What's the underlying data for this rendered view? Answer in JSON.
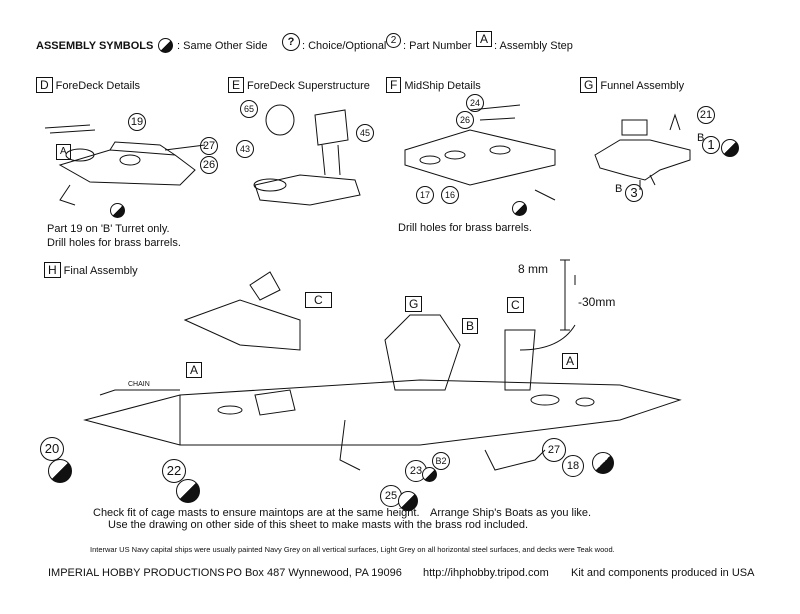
{
  "header": {
    "title": "ASSEMBLY SYMBOLS",
    "same_other_side": ": Same Other Side",
    "choice_symbol": "?",
    "choice_label": ": Choice/Optional",
    "part_symbol": "2",
    "part_label": ": Part Number",
    "step_symbol": "A",
    "step_label": ": Assembly Step"
  },
  "steps": [
    {
      "letter": "D",
      "title": "ForeDeck Details"
    },
    {
      "letter": "E",
      "title": "ForeDeck Superstructure"
    },
    {
      "letter": "F",
      "title": "MidShip Details"
    },
    {
      "letter": "G",
      "title": "Funnel Assembly"
    }
  ],
  "step_d_note": [
    "Part 19 on 'B' Turret only.",
    "Drill holes for brass barrels."
  ],
  "step_f_note": "Drill holes for brass barrels.",
  "final": {
    "letter": "H",
    "title": "Final Assembly"
  },
  "callouts": {
    "d_19": "19",
    "d_a": "A",
    "d_27": "27",
    "d_26": "26",
    "e_65": "65",
    "e_43": "43",
    "e_45": "45",
    "f_24": "24",
    "f_26": "26",
    "f_17": "17",
    "f_16": "16",
    "g_21": "21",
    "g_b": "B",
    "g_1": "1",
    "g_3": "3",
    "g_b2": "B",
    "h_c1": "C",
    "h_g": "G",
    "h_b": "B",
    "h_c2": "C",
    "h_a1": "A",
    "h_a2": "A",
    "h_20": "20",
    "h_22": "22",
    "h_23": "23",
    "h_25": "25",
    "h_b2": "B2",
    "h_27": "27",
    "h_18": "18",
    "chain": "CHAIN",
    "dim_8": "8 mm",
    "dim_30": "-30mm"
  },
  "notes": {
    "cage": "Check fit of cage masts to ensure maintops are at the same height.",
    "boats": "Arrange Ship's Boats as you like.",
    "masts": "Use the drawing on other side of this sheet to make masts with the brass rod included.",
    "paint": "Interwar US Navy capital ships were usually painted Navy Grey on all vertical surfaces, Light Grey on all horizontal  steel surfaces, and decks were Teak wood."
  },
  "footer": {
    "company": "IMPERIAL HOBBY PRODUCTIONS",
    "address": "PO Box 487   Wynnewood, PA 19096",
    "url": "http://ihphobby.tripod.com",
    "origin": "Kit and components produced in USA"
  }
}
